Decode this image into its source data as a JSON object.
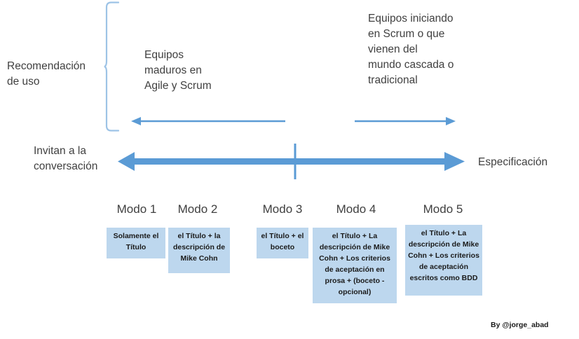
{
  "diagram": {
    "row_labels": {
      "recommendation": "Recomendación\nde uso",
      "conversation": "Invitan a la\nconversación",
      "specification": "Especificación"
    },
    "recommendation_notes": [
      {
        "id": "left-note",
        "text": "Equipos\nmaduros en\nAgile y Scrum"
      },
      {
        "id": "right-note",
        "text": "Equipos iniciando\nen Scrum o que\nvienen del\nmundo cascada o\ntradicional"
      }
    ],
    "arrows": {
      "left_recommendation_arrow": "arrow-left",
      "right_recommendation_arrow": "arrow-right",
      "main_axis_arrow": "arrow-double-horizontal",
      "axis_tick": "axis-tick-mark"
    },
    "modes": [
      {
        "title": "Modo 1",
        "description": "Solamente\nel Título"
      },
      {
        "title": "Modo 2",
        "description": "el Título + la\ndescripción de\nMike Cohn"
      },
      {
        "title": "Modo 3",
        "description": "el Título +\nel boceto"
      },
      {
        "title": "Modo 4",
        "description": "el Título + La\ndescripción de Mike\nCohn + Los criterios\nde aceptación en\nprosa + (boceto -\nopcional)"
      },
      {
        "title": "Modo 5",
        "description": "el Título + La\ndescripción de\nMike Cohn + Los\ncriterios de\naceptación\nescritos como BDD"
      }
    ],
    "credit": "By @jorge_abad",
    "colors": {
      "arrow_blue": "#5B9BD5",
      "box_fill": "#BDD7EE",
      "brace_blue": "#9DC3E6",
      "text_dark": "#404040",
      "background": "#FFFFFF"
    }
  }
}
